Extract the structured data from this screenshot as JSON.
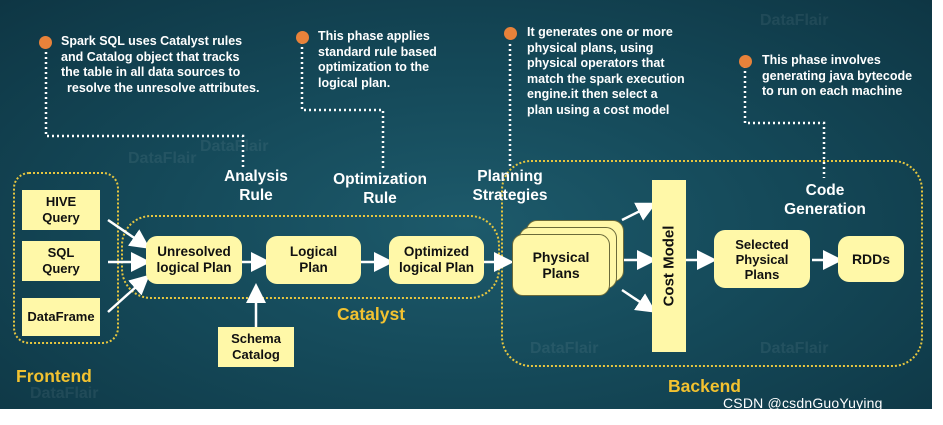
{
  "watermark": {
    "text": "DataFlair"
  },
  "notes": {
    "analysis": [
      "Spark SQL uses Catalyst rules",
      "and  Catalog object that tracks",
      "the table in all data sources to",
      "resolve the unresolve attributes."
    ],
    "optimization": [
      "This phase applies",
      "standard rule based",
      "optimization to the",
      "logical plan."
    ],
    "planning": [
      "It generates one or more",
      "physical plans, using",
      "physical operators that",
      "match the spark execution",
      "engine.it then select a",
      "plan using a cost model"
    ],
    "codegen": [
      "This phase involves",
      "generating java bytecode",
      "to run on each machine"
    ]
  },
  "phases": {
    "analysis": [
      "Analysis",
      "Rule"
    ],
    "optimization": [
      "Optimization",
      "Rule"
    ],
    "planning": [
      "Planning",
      "Strategies"
    ],
    "codegen": [
      "Code",
      "Generation"
    ]
  },
  "inputs": {
    "hive": [
      "HIVE",
      "Query"
    ],
    "sql": [
      "SQL",
      "Query"
    ],
    "dataframe": "DataFrame"
  },
  "plans": {
    "unresolved": [
      "Unresolved",
      "logical Plan"
    ],
    "logical": [
      "Logical",
      "Plan"
    ],
    "optimized": [
      "Optimized",
      "logical Plan"
    ],
    "physical": [
      "Physical",
      "Plans"
    ],
    "cost_model": "Cost Model",
    "selected": [
      "Selected",
      "Physical",
      "Plans"
    ],
    "rdds": "RDDs",
    "schema": [
      "Schema",
      "Catalog"
    ]
  },
  "regions": {
    "frontend": "Frontend",
    "catalyst": "Catalyst",
    "backend": "Backend"
  },
  "credit": "CSDN @csdnGuoYuying",
  "colors": {
    "box_fill": "#fff8a8",
    "dot": "#e8823a",
    "region_label": "#f2c230",
    "background": "#154a5a"
  }
}
